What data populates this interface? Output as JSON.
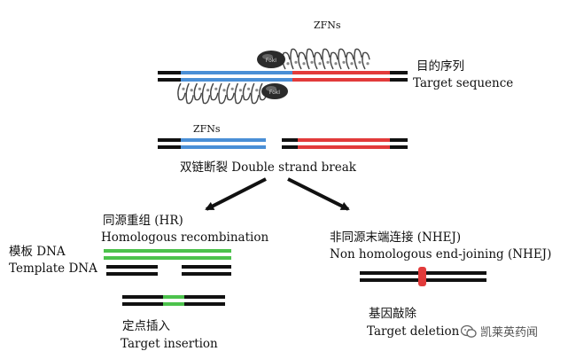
{
  "target": {
    "zh": "目的序列",
    "en": "Target sequence"
  },
  "zfns_top": "ZFNs",
  "zfns_bottom": "ZFNs",
  "fok_label": "FokI",
  "fok_label_2": "FokI",
  "dsb": "双链断裂 Double strand break",
  "hr": {
    "zh": "同源重组 (HR)",
    "en": "Homologous recombination"
  },
  "template": {
    "zh": "模板 DNA",
    "en": "Template DNA"
  },
  "insertion": {
    "zh": "定点插入",
    "en": "Target insertion"
  },
  "nhej": {
    "zh": "非同源末端连接 (NHEJ)",
    "en": "Non homologous end-joining (NHEJ)"
  },
  "deletion": {
    "zh": "基因敲除",
    "en": "Target deletion"
  },
  "watermark": "凯莱英药闻",
  "colors": {
    "left_arm": "#4a8fd6",
    "right_arm": "#e23b3b",
    "template": "#4cc24c",
    "dna": "#111111",
    "fok": "#2b2b2b"
  }
}
